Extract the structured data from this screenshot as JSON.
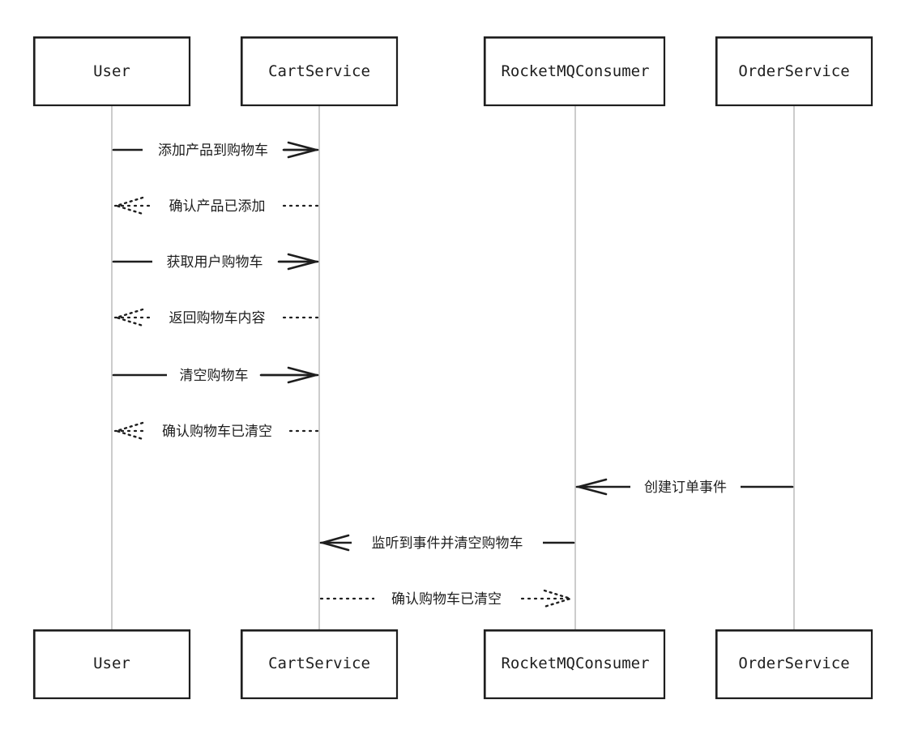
{
  "participants": [
    {
      "id": "user",
      "label": "User"
    },
    {
      "id": "cart",
      "label": "CartService"
    },
    {
      "id": "mq",
      "label": "RocketMQConsumer"
    },
    {
      "id": "order",
      "label": "OrderService"
    }
  ],
  "messages": [
    {
      "from": "user",
      "to": "cart",
      "style": "solid",
      "label": "添加产品到购物车"
    },
    {
      "from": "cart",
      "to": "user",
      "style": "dotted",
      "label": "确认产品已添加"
    },
    {
      "from": "user",
      "to": "cart",
      "style": "solid",
      "label": "获取用户购物车"
    },
    {
      "from": "cart",
      "to": "user",
      "style": "dotted",
      "label": "返回购物车内容"
    },
    {
      "from": "user",
      "to": "cart",
      "style": "solid",
      "label": "清空购物车"
    },
    {
      "from": "cart",
      "to": "user",
      "style": "dotted",
      "label": "确认购物车已清空"
    },
    {
      "from": "order",
      "to": "mq",
      "style": "solid",
      "label": "创建订单事件"
    },
    {
      "from": "mq",
      "to": "cart",
      "style": "solid",
      "label": "监听到事件并清空购物车"
    },
    {
      "from": "cart",
      "to": "mq",
      "style": "dotted",
      "label": "确认购物车已清空"
    }
  ]
}
